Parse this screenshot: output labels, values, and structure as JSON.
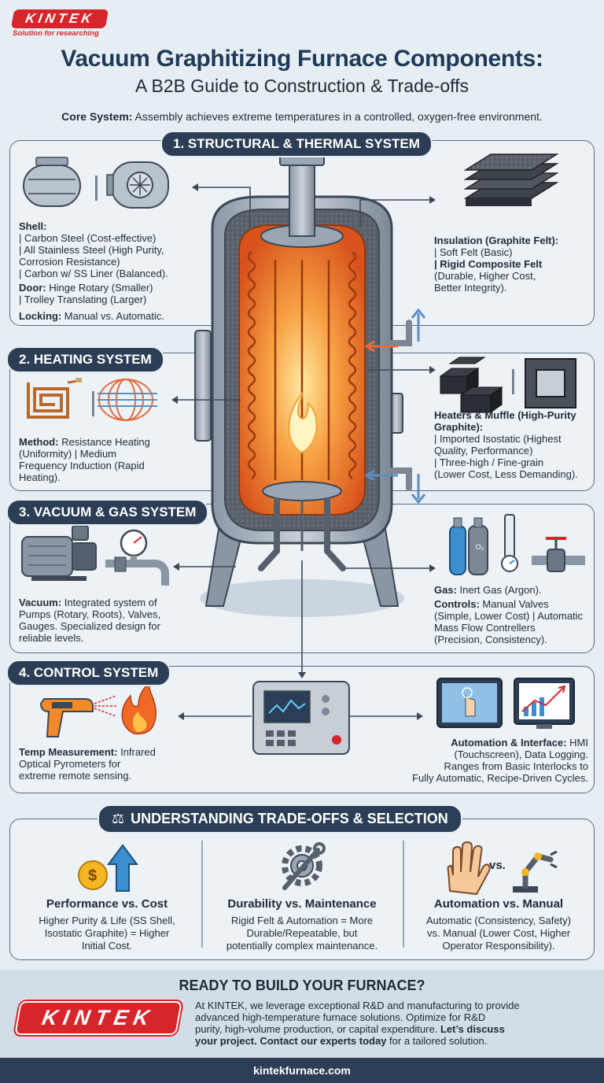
{
  "brand": {
    "name": "KINTEK",
    "tagline": "Solution for researching"
  },
  "title": "Vacuum Graphitizing Furnace Components:",
  "subtitle": "A B2B Guide to Construction & Trade-offs",
  "core": {
    "label": "Core System:",
    "text": " Assembly achieves extreme temperatures in a controlled, oxygen-free environment."
  },
  "sections": {
    "structural": {
      "heading": "1. STRUCTURAL & THERMAL SYSTEM",
      "shell_label": "Shell:",
      "shell_lines": [
        "| Carbon Steel (Cost-effective)",
        "| All Stainless Steel (High Purity,",
        "Corrosion Resistance)",
        "| Carbon w/ SS Liner (Balanced)."
      ],
      "door_label": "Door:",
      "door_lines": [
        " Hinge Rotary (Smaller)",
        "| Trolley Translating (Larger)"
      ],
      "locking_label": "Locking:",
      "locking_text": " Manual vs. Automatic.",
      "insulation_label": "Insulation (Graphite Felt):",
      "insulation_lines": [
        "| Soft Felt (Basic)",
        "| Rigid Composite Felt",
        "(Durable, Higher Cost,",
        "Better Integrity)."
      ]
    },
    "heating": {
      "heading": "2. HEATING SYSTEM",
      "method_label": "Method:",
      "method_lines": [
        " Resistance Heating",
        "(Uniformity) | Medium",
        "Frequency Induction (Rapid",
        "Heating)."
      ],
      "heaters_label_lines": [
        "Heaters & Muffle (High-Purity",
        "Graphite):"
      ],
      "heaters_lines": [
        "| Imported Isostatic (Highest",
        "Quality, Performance)",
        "| Three-high / Fine-grain",
        "(Lower Cost, Less Demanding)."
      ]
    },
    "vacuum": {
      "heading": "3. VACUUM & GAS SYSTEM",
      "vacuum_label": "Vacuum:",
      "vacuum_lines": [
        " Integrated system of",
        "Pumps (Rotary, Roots), Valves,",
        "Gauges. Specialized design for",
        "reliable levels."
      ],
      "gas_label": "Gas:",
      "gas_text": " Inert Gas (Argon).",
      "controls_label": "Controls:",
      "controls_lines": [
        " Manual Valves",
        "(Simple, Lower Cost) | Automatic",
        "Mass Flow Contrellers",
        "(Precision, Consistency)."
      ],
      "o2_label": "O₂"
    },
    "control": {
      "heading": "4. CONTROL SYSTEM",
      "temp_label": "Temp Measurement:",
      "temp_lines": [
        " Infrared",
        "Optical Pyrometers for",
        "extreme remote sensing."
      ],
      "auto_label": "Automation & Interface:",
      "auto_lines": [
        " HMI",
        "(Touchscreen), Data Logging.",
        "Ranges from Basic Interlocks to",
        "Fully Automatic, Recipe-Driven Cycles."
      ]
    }
  },
  "tradeoffs": {
    "heading": "UNDERSTANDING TRADE-OFFS & SELECTION",
    "items": [
      {
        "title": "Performance vs. Cost",
        "lines": [
          "Higher Purity & Life (SS Shell,",
          "Isostatic Graphite) = Higher",
          "Initial Cost."
        ]
      },
      {
        "title": "Durability vs. Maintenance",
        "lines": [
          "Rigid Felt & Automation = More",
          "Durable/Repeatable, but",
          "potentially complex maintenance."
        ]
      },
      {
        "title": "Automation vs. Manual",
        "lines": [
          "Automatic (Consistency, Safety)",
          "vs. Manual (Lower Cost, Higher",
          "Operator Responsibility)."
        ]
      }
    ],
    "vs_label": "vs.",
    "dollar": "$"
  },
  "cta": {
    "heading": "READY TO BUILD YOUR FURNACE?",
    "lines": [
      "At KINTEK, we leverage exceptional R&D and manufacturing to provide",
      "advanced high-temperature furnace solutions. Optimize for R&D",
      "purity, high-volume production, or capital expenditure."
    ],
    "bold1": " Let’s discuss",
    "bold2": "your project. Contact our experts today",
    "tail": " for a tailored solution."
  },
  "footer": {
    "url": "kintekfurnace.com"
  },
  "colors": {
    "accent": "#d7262b",
    "navy": "#2c3e55",
    "heat": "#f07a2a",
    "bg": "#e6eef4"
  }
}
